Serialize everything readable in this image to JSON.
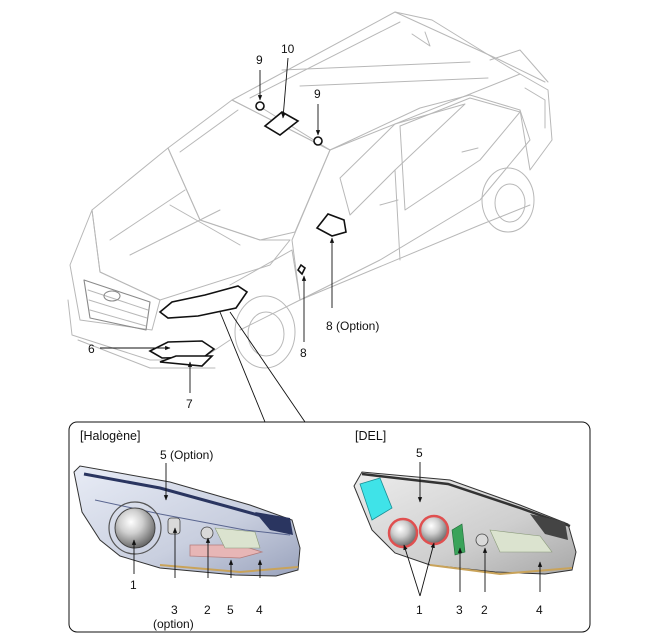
{
  "callouts": {
    "c9a": "9",
    "c9b": "9",
    "c10": "10",
    "c6": "6",
    "c7": "7",
    "c8": "8",
    "c8opt": "8 (Option)"
  },
  "panels": {
    "halogen": {
      "title": "[Halogène]",
      "labels": {
        "l5opt": "5 (Option)",
        "l1": "1",
        "l3": "3",
        "l3sub": "(option)",
        "l2": "2",
        "l5": "5",
        "l4": "4"
      }
    },
    "led": {
      "title": "[DEL]",
      "labels": {
        "l5": "5",
        "l1": "1",
        "l3": "3",
        "l2": "2",
        "l4": "4"
      }
    }
  }
}
